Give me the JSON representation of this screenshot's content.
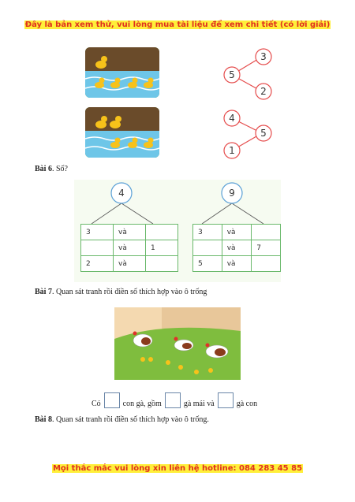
{
  "banner_top": "Đây là bản xem thử, vui lòng mua tài liệu để xem chi tiết (có lời giải)",
  "banner_bottom": "Mọi thắc mắc vui lòng xin liên hệ hotline: 084 283 45 85",
  "exercise5": {
    "tree1": {
      "top": "3",
      "middle": "5",
      "bottom": "2"
    },
    "tree2": {
      "top": "4",
      "middle": "5",
      "bottom": "1"
    }
  },
  "exercise6": {
    "number_label": "Bài 6",
    "text": ". Số?",
    "left_tree": {
      "root": "4",
      "rows": [
        [
          "3",
          "và",
          ""
        ],
        [
          "",
          "và",
          "1"
        ],
        [
          "2",
          "và",
          ""
        ]
      ]
    },
    "right_tree": {
      "root": "9",
      "rows": [
        [
          "3",
          "và",
          ""
        ],
        [
          "",
          "và",
          "7"
        ],
        [
          "5",
          "và",
          ""
        ]
      ]
    }
  },
  "exercise7": {
    "number_label": "Bài 7",
    "text": ". Quan sát tranh rồi điền số thích hợp vào ô trống",
    "fill": {
      "part1": "Có",
      "part2": "con gà, gồm",
      "part3": "gà mái và",
      "part4": "gà con"
    }
  },
  "exercise8": {
    "number_label": "Bài 8",
    "text": ". Quan sát tranh rồi điền số thích hợp vào ô trống."
  }
}
